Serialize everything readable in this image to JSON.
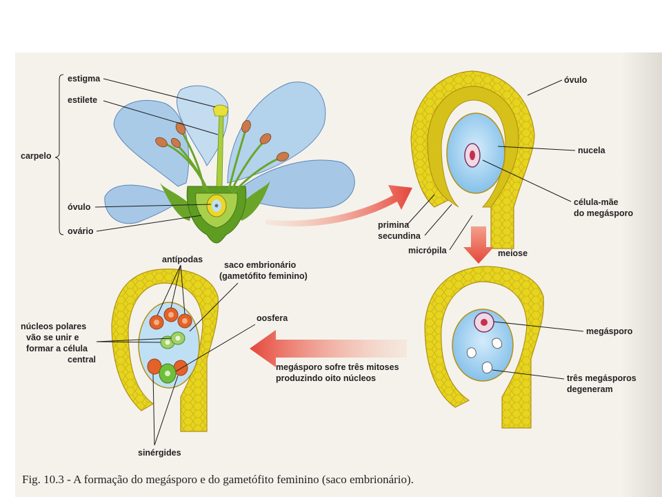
{
  "labels": {
    "estigma": "estigma",
    "estilete": "estilete",
    "carpelo": "carpelo",
    "ovulo_flower": "óvulo",
    "ovario": "ovário",
    "ovulo": "óvulo",
    "nucela": "nucela",
    "celula_mae_1": "célula-mãe",
    "celula_mae_2": "do megásporo",
    "primina": "primina",
    "secundina": "secundina",
    "micropila": "micrópila",
    "meiose": "meiose",
    "megasporo": "megásporo",
    "tres_1": "três megásporos",
    "tres_2": "degeneram",
    "mitoses_1": "megásporo sofre três mitoses",
    "mitoses_2": "produzindo oito núcleos",
    "antipodas": "antípodas",
    "saco_1": "saco embrionário",
    "saco_2": "(gametófito feminino)",
    "oosfera": "oosfera",
    "polares_1": "núcleos polares",
    "polares_2": "vão se unir e",
    "polares_3": "formar a célula",
    "polares_4": "central",
    "sinergides": "sinérgides"
  },
  "caption": "Fig. 10.3 - A formação do megásporo e do gametófito feminino (saco embrionário).",
  "colors": {
    "integument": "#e6d41e",
    "integument_edge": "#c8a81a",
    "nucellus": "#8fc6ea",
    "petal": "#a9cbe8",
    "stem": "#74b02c",
    "arrow": "#e5463a",
    "antipodal": "#e2622a",
    "polar": "#9fd06a"
  }
}
